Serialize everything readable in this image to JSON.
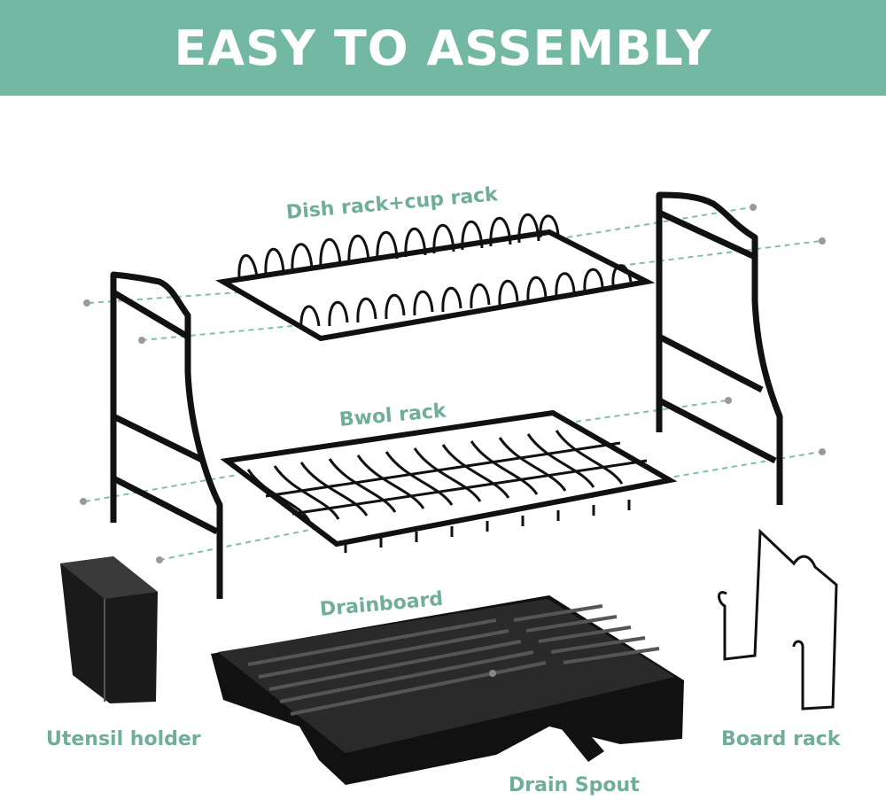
{
  "banner": {
    "title": "EASY TO ASSEMBLY",
    "color": "#72b8a3"
  },
  "labels": {
    "dish_rack": "Dish rack+cup rack",
    "bowl_rack": "Bwol rack",
    "drainboard": "Drainboard",
    "utensil_holder": "Utensil holder",
    "drain_spout": "Drain Spout",
    "board_rack": "Board rack"
  },
  "colors": {
    "label_text": "#6fae98",
    "product": "#111111",
    "guide_lines": "#7fbfaa"
  }
}
